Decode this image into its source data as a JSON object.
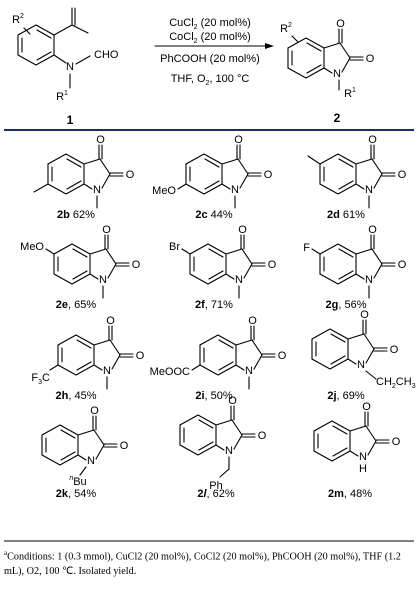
{
  "scheme": {
    "reactant_number": "1",
    "product_number": "2",
    "conditions": {
      "line1": "CuCl2 (20 mol%)",
      "line2": "CoCl2 (20 mol%)",
      "line3": "PhCOOH (20 mol%)",
      "line4": "THF, O2, 100 °C"
    },
    "labels": {
      "cho": "CHO",
      "n": "N",
      "r1": "R",
      "r2": "R",
      "o": "O"
    }
  },
  "products": [
    {
      "id": "2b",
      "yield": "62%"
    },
    {
      "id": "2c",
      "yield": "44%"
    },
    {
      "id": "2d",
      "yield": "61%"
    },
    {
      "id": "2e",
      "yield": "65%"
    },
    {
      "id": "2f",
      "yield": "71%"
    },
    {
      "id": "2g",
      "yield": "56%"
    },
    {
      "id": "2h",
      "yield": "45%"
    },
    {
      "id": "2i",
      "yield": "50%"
    },
    {
      "id": "2j",
      "yield": "69%"
    },
    {
      "id": "2k",
      "yield": "54%"
    },
    {
      "id": "2l",
      "yield": "62%"
    },
    {
      "id": "2m",
      "yield": "48%"
    }
  ],
  "substituents": {
    "meo": "MeO",
    "br": "Br",
    "f": "F",
    "cf3": "F3C",
    "meooc": "MeOOC",
    "ethyl": "CH2CH3",
    "bu": "Bu",
    "ph": "Ph",
    "h": "H"
  },
  "footnote": {
    "mark": "a",
    "text": "Conditions: 1 (0.3 mmol), CuCl2 (20 mol%), CoCl2 (20 mol%), PhCOOH (20 mol%), THF (1.2 mL), O2, 100 ℃. Isolated yield."
  }
}
